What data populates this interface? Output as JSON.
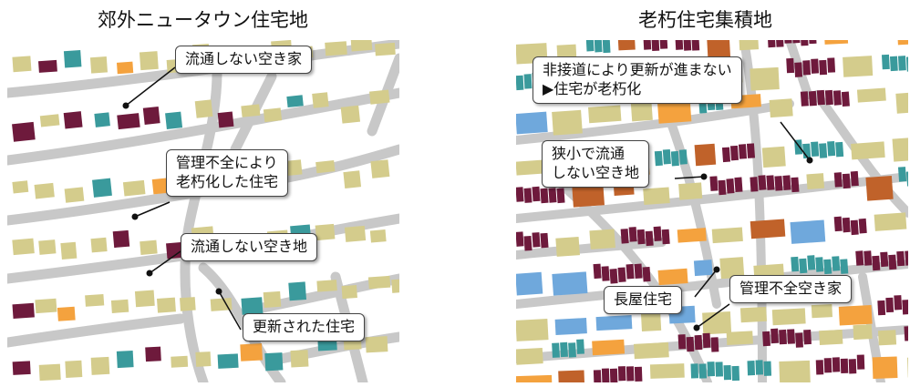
{
  "left": {
    "title": "郊外ニュータウン住宅地",
    "callouts": {
      "vacant_house": "流通しない空き家",
      "aged_house": "管理不全により\n老朽化した住宅",
      "vacant_lot": "流通しない空き地",
      "renewed": "更新された住宅"
    }
  },
  "right": {
    "title": "老朽住宅集積地",
    "callouts": {
      "no_road": "非接道により更新が進まない\n▶住宅が老朽化",
      "narrow_lot": "狭小で流通\nしない空き地",
      "row_house": "長屋住宅",
      "unmanaged": "管理不全空き家"
    }
  },
  "colors": {
    "road": "#c8c8c8",
    "normal_house": "#d4cc8c",
    "vacant_house": "#3a9a9c",
    "aged_house": "#6e1a3c",
    "renewed_house": "#f4a23e",
    "lot_blue": "#6fa8dc",
    "brown": "#c0622a"
  }
}
